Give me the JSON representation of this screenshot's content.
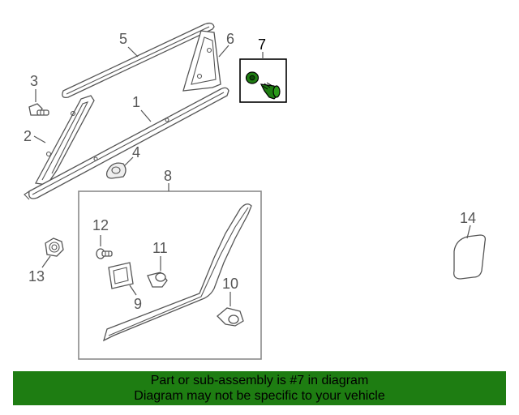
{
  "callouts": {
    "c1": "1",
    "c2": "2",
    "c3": "3",
    "c4": "4",
    "c5": "5",
    "c6": "6",
    "c7": "7",
    "c8": "8",
    "c9": "9",
    "c10": "10",
    "c11": "11",
    "c12": "12",
    "c13": "13",
    "c14": "14"
  },
  "banner": {
    "line1": "Part or sub-assembly is #7 in diagram",
    "line2": "Diagram may not be specific to your vehicle",
    "color": "#1e7d12"
  },
  "highlight_color": "#1e7d12"
}
